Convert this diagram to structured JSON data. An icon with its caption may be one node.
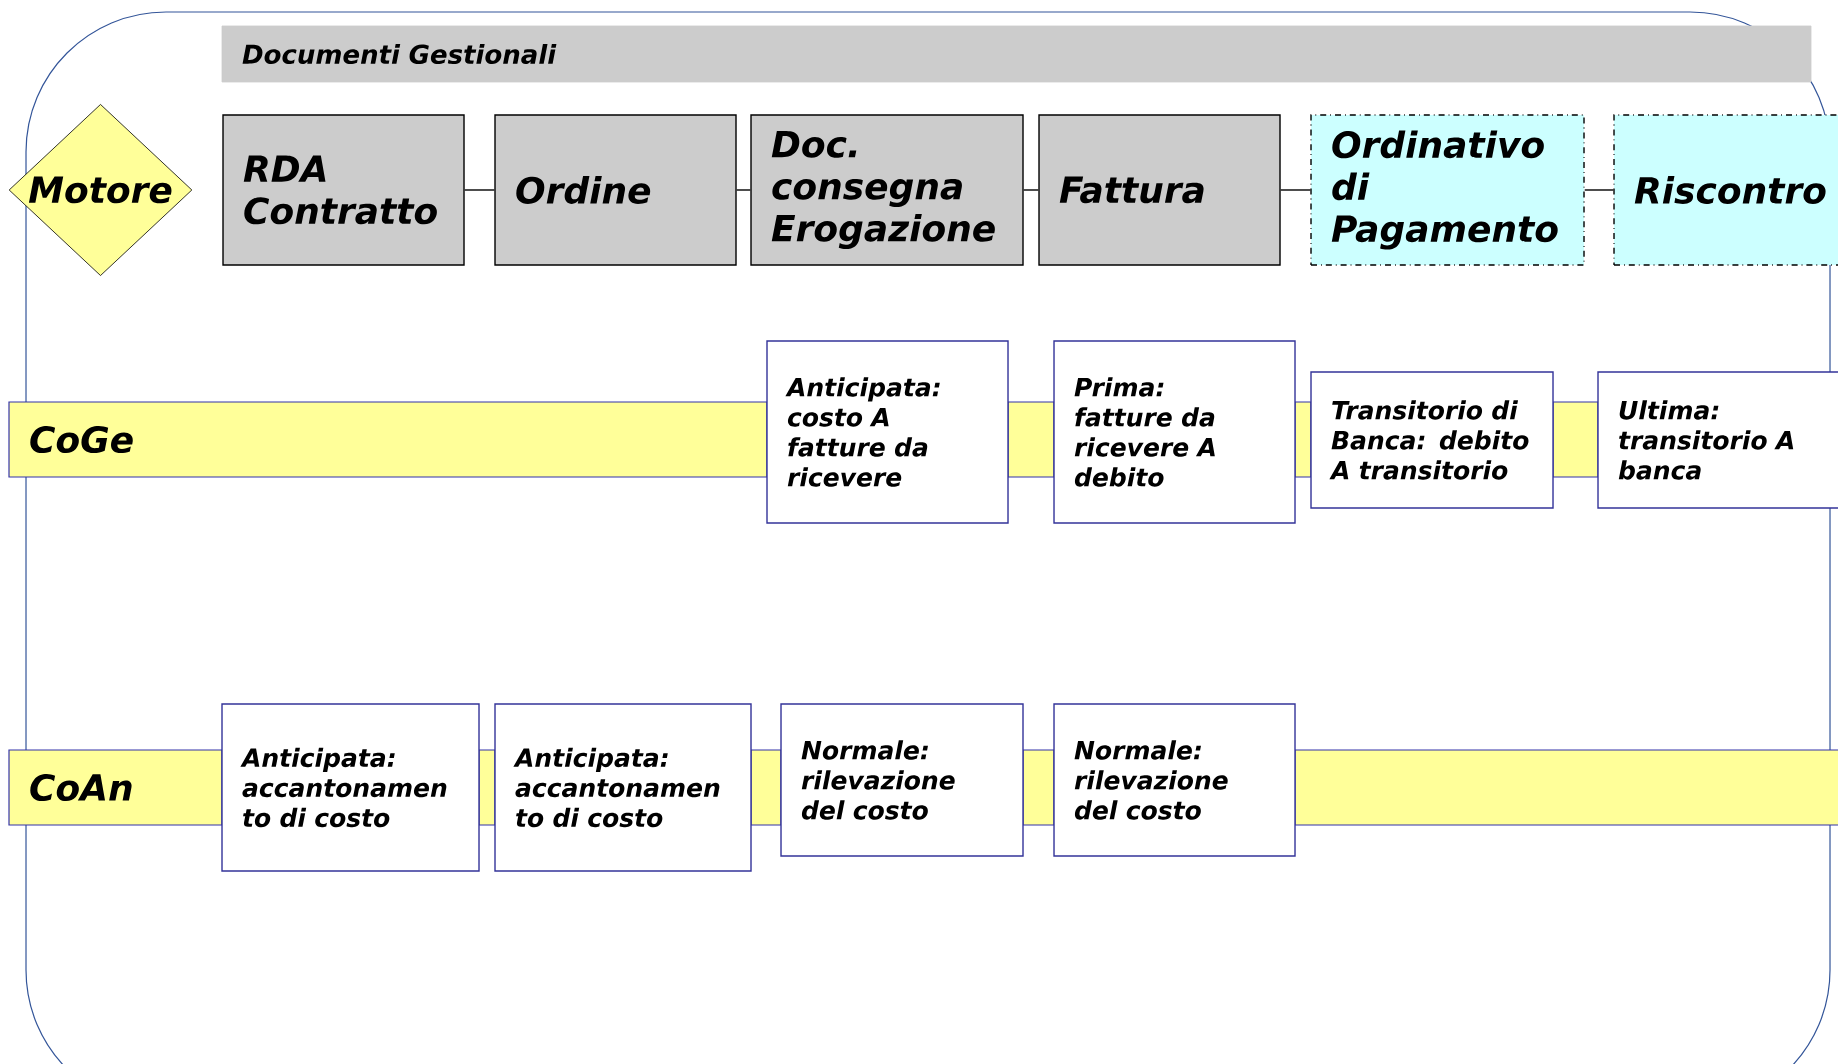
{
  "diagram": {
    "nodes": [
      {
        "text": [
          "Documenti Gestionali"
        ]
      },
      {
        "text": [
          "Motore"
        ]
      },
      {
        "text": [
          "RDA Contratto"
        ]
      },
      {
        "text": [
          "Ordine"
        ]
      },
      {
        "text": [
          "Doc. consegna Erogazione"
        ]
      },
      {
        "text": [
          "Fattura"
        ]
      },
      {
        "text": [
          "Ordinativo di Pagamento"
        ]
      },
      {
        "text": [
          "Riscontro"
        ]
      },
      {
        "text": [
          "CoGe"
        ]
      },
      {
        "text": [
          "Anticipata: costo A fatture da ricevere"
        ]
      },
      {
        "text": [
          "Prima: fatture da ricevere A debito"
        ]
      },
      {
        "text": [
          "Transitorio di Banca: debito A transitorio"
        ]
      },
      {
        "text": [
          "Ultima: transitorio A banca"
        ]
      },
      {
        "text": [
          "CoAn"
        ]
      },
      {
        "text": [
          "Anticipata: accantonamen to di costo"
        ]
      },
      {
        "text": [
          "Anticipata: accantonamen to di costo"
        ]
      },
      {
        "text": [
          "Normale: rilevazione del costo"
        ]
      },
      {
        "text": [
          "Normale: rilevazione del costo"
        ]
      }
    ],
    "edges": [
      {
        "from": 2,
        "to": 3,
        "arrow": "none"
      },
      {
        "from": 3,
        "to": 4,
        "arrow": "none"
      },
      {
        "from": 4,
        "to": 5,
        "arrow": "none"
      },
      {
        "from": 5,
        "to": 6,
        "arrow": "none"
      },
      {
        "from": 6,
        "to": 7,
        "arrow": "none"
      }
    ]
  }
}
